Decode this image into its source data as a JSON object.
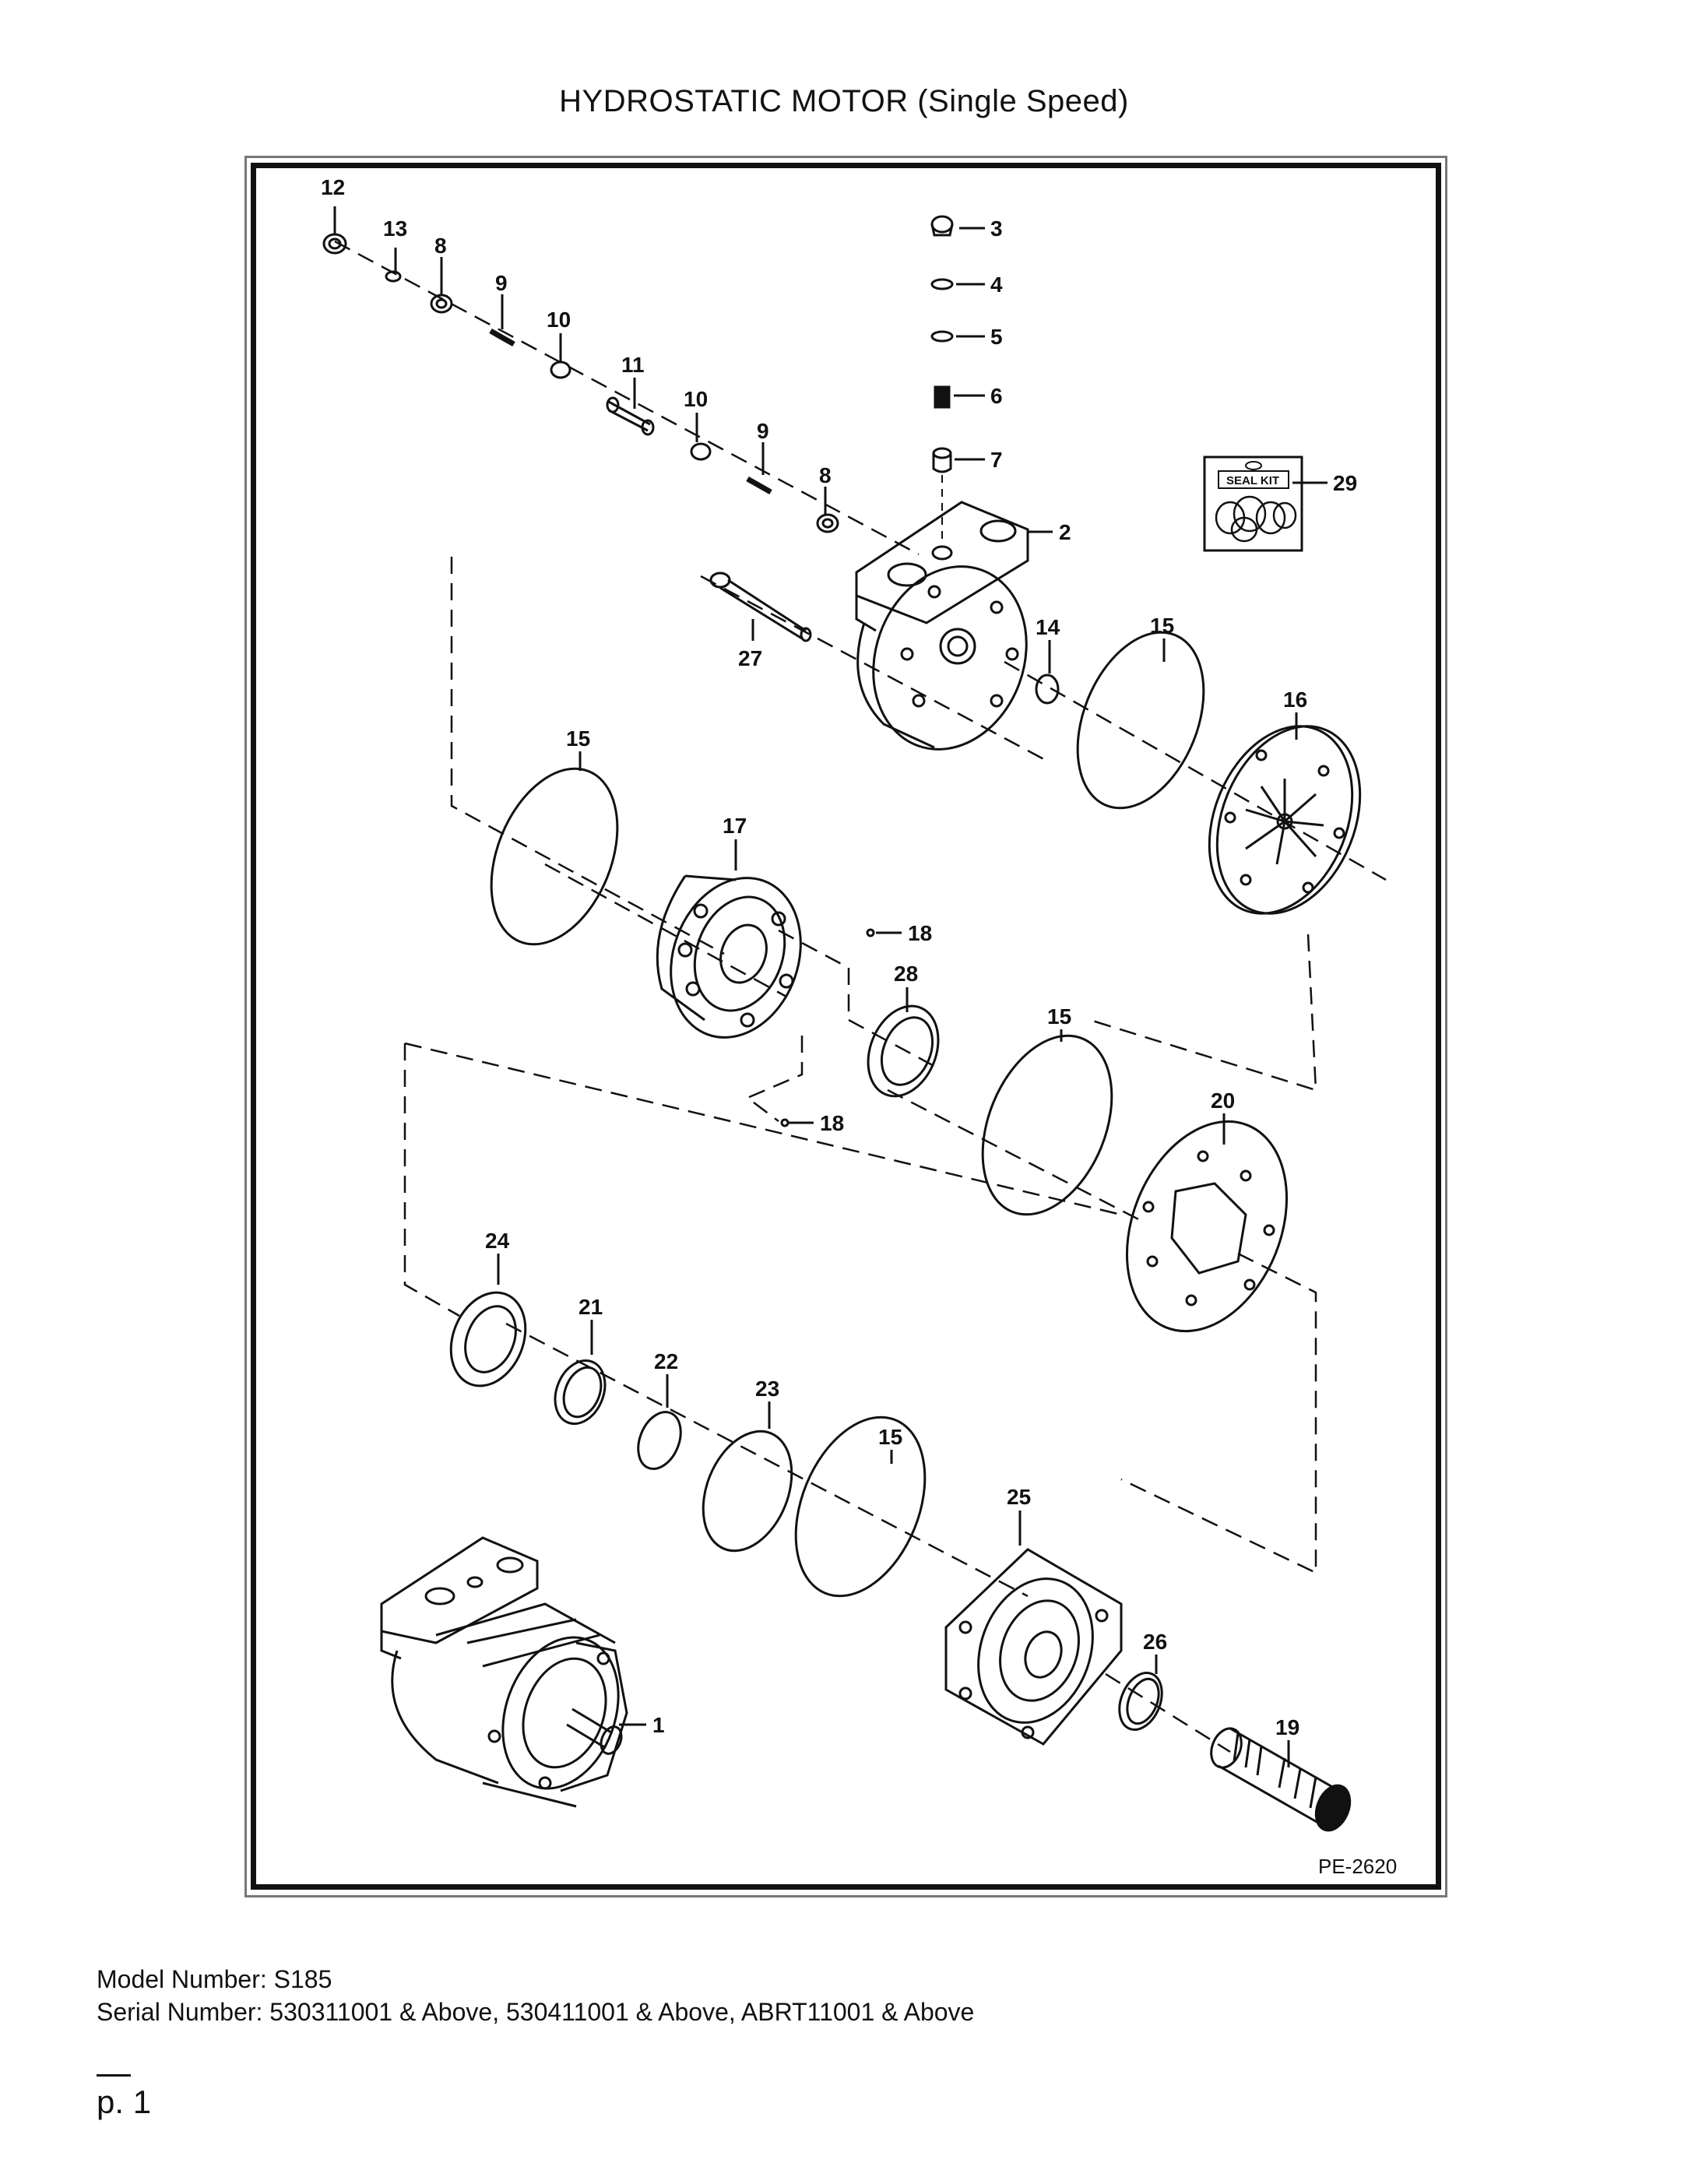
{
  "page": {
    "title": "HYDROSTATIC MOTOR (Single Speed)",
    "figure_id": "PE-2620",
    "model_number": "Model Number: S185",
    "serial_number": "Serial Number: 530311001 & Above, 530411001 & Above, ABRT11001 & Above",
    "page_number": "p. 1"
  },
  "seal_kit": {
    "label": "SEAL KIT",
    "callout": "29"
  },
  "callouts": {
    "c1": "1",
    "c2": "2",
    "c3": "3",
    "c4": "4",
    "c5": "5",
    "c6": "6",
    "c7": "7",
    "c8a": "8",
    "c8b": "8",
    "c9a": "9",
    "c9b": "9",
    "c10a": "10",
    "c10b": "10",
    "c11": "11",
    "c12": "12",
    "c13": "13",
    "c14": "14",
    "c15a": "15",
    "c15b": "15",
    "c15c": "15",
    "c15d": "15",
    "c16": "16",
    "c17": "17",
    "c18a": "18",
    "c18b": "18",
    "c19": "19",
    "c20": "20",
    "c21": "21",
    "c22": "22",
    "c23": "23",
    "c24": "24",
    "c25": "25",
    "c26": "26",
    "c27": "27",
    "c28": "28"
  }
}
